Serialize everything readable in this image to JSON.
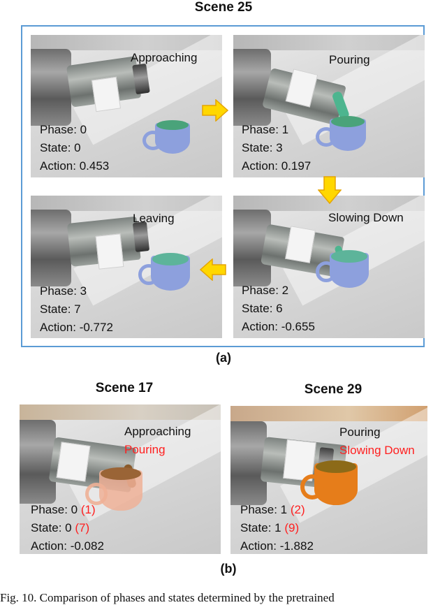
{
  "panel_a": {
    "title": "Scene 25",
    "label": "(a)",
    "frames": [
      {
        "phase_name": "Approaching",
        "phase_line": "Phase: 0",
        "state_line": "State: 0",
        "action_line": "Action: 0.453"
      },
      {
        "phase_name": "Pouring",
        "phase_line": "Phase: 1",
        "state_line": "State: 3",
        "action_line": "Action: 0.197"
      },
      {
        "phase_name": "Leaving",
        "phase_line": "Phase: 3",
        "state_line": "State: 7",
        "action_line": "Action: -0.772"
      },
      {
        "phase_name": "Slowing Down",
        "phase_line": "Phase: 2",
        "state_line": "State: 6",
        "action_line": "Action: -0.655"
      }
    ],
    "arrow_color": "#ffd700"
  },
  "panel_b": {
    "label": "(b)",
    "scenes": [
      {
        "title": "Scene 17",
        "phase_name": "Approaching",
        "alt_phase_name": "Pouring",
        "phase_line": "Phase: 0",
        "phase_alt": "(1)",
        "state_line": "State: 0",
        "state_alt": "(7)",
        "action_line": "Action: -0.082"
      },
      {
        "title": "Scene 29",
        "phase_name": "Pouring",
        "alt_phase_name": "Slowing Down",
        "phase_line": "Phase: 1",
        "phase_alt": "(2)",
        "state_line": "State: 1",
        "state_alt": "(9)",
        "action_line": "Action: -1.882"
      }
    ]
  },
  "figure_caption": "Fig. 10. Comparison of phases and states determined by the pretrained",
  "colors": {
    "box_border": "#5b9bd5",
    "alt_text": "#ff1f1f"
  }
}
